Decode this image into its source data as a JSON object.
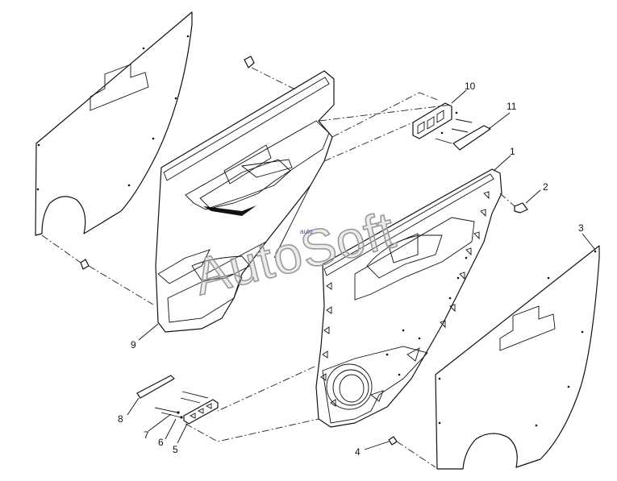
{
  "watermark": {
    "text": "AutoSoft",
    "subtext": "auto"
  },
  "callouts": [
    {
      "id": "1",
      "label": "1"
    },
    {
      "id": "2",
      "label": "2"
    },
    {
      "id": "3",
      "label": "3"
    },
    {
      "id": "4",
      "label": "4"
    },
    {
      "id": "5",
      "label": "5"
    },
    {
      "id": "6",
      "label": "6"
    },
    {
      "id": "7",
      "label": "7"
    },
    {
      "id": "8",
      "label": "8"
    },
    {
      "id": "9",
      "label": "9"
    },
    {
      "id": "10",
      "label": "10"
    },
    {
      "id": "11",
      "label": "11"
    }
  ],
  "colors": {
    "line": "#111111",
    "background": "#ffffff",
    "watermark": "#9a9a9a"
  }
}
